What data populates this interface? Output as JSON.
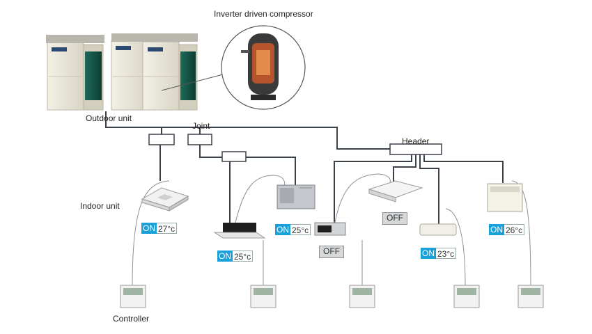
{
  "labels": {
    "compressor": "Inverter driven compressor",
    "outdoor_unit": "Outdoor unit",
    "joint": "Joint",
    "header": "Header",
    "indoor_unit": "Indoor unit",
    "controller": "Controller"
  },
  "indoor_units": [
    {
      "type": "ceiling-cassette-4way",
      "on_label": "ON",
      "temp": "27°c"
    },
    {
      "type": "ducted-cassette",
      "on_label": "ON",
      "temp": "25°c"
    },
    {
      "type": "concealed-duct",
      "on_label": "ON",
      "temp": "25°c"
    },
    {
      "type": "slim-duct",
      "off_label": "OFF"
    },
    {
      "type": "ceiling-suspended",
      "off_label": "OFF"
    },
    {
      "type": "wall-mounted",
      "on_label": "ON",
      "temp": "23°c"
    },
    {
      "type": "floor-standing",
      "on_label": "ON",
      "temp": "26°c"
    }
  ],
  "colors": {
    "pipe": "#3b4148",
    "status_on": "#1ba1d9",
    "status_off_bg": "#d6d8da"
  }
}
